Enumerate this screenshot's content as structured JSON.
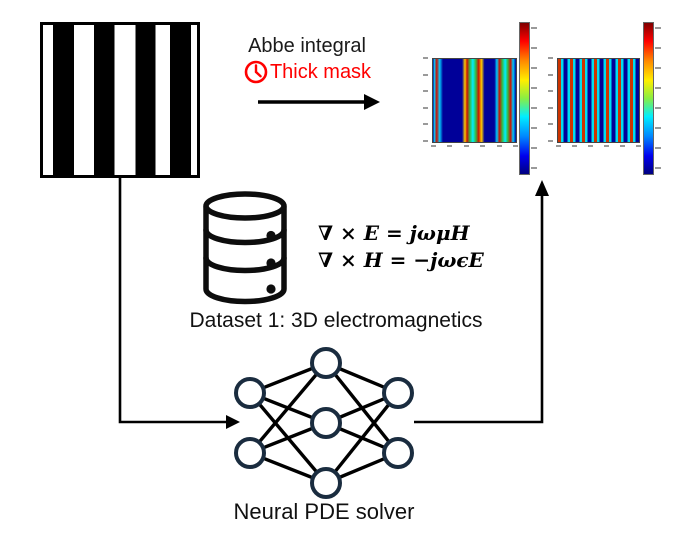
{
  "colors": {
    "accent_red": "#FF0000",
    "ink": "#000000",
    "node_stroke": "#1A2C3F",
    "jet_top": "#7F0000",
    "jet_bottom": "#000080"
  },
  "process": {
    "method_label": "Abbe integral",
    "constraint_label": "Thick mask",
    "clock_icon": "clock-icon"
  },
  "mask": {
    "name": "binary line-space mask",
    "pattern": "vertical black and white stripes"
  },
  "dataset": {
    "label": "Dataset 1: 3D electromagnetics",
    "database_icon": "database-icon",
    "equations": {
      "line1": "∇ × E = jωμH",
      "line2": "∇ × H = −jωϵE"
    }
  },
  "solver": {
    "label": "Neural PDE solver",
    "network_layers": [
      2,
      3,
      2
    ]
  },
  "heatmaps": {
    "type": "heatmap",
    "colormap": "jet",
    "panels": [
      {
        "name": "rigorous field output 1",
        "left_ticks": 6,
        "bottom_ticks": 6,
        "colorbar_ticks": 8
      },
      {
        "name": "rigorous field output 2",
        "left_ticks": 6,
        "bottom_ticks": 6,
        "colorbar_ticks": 8
      }
    ]
  }
}
